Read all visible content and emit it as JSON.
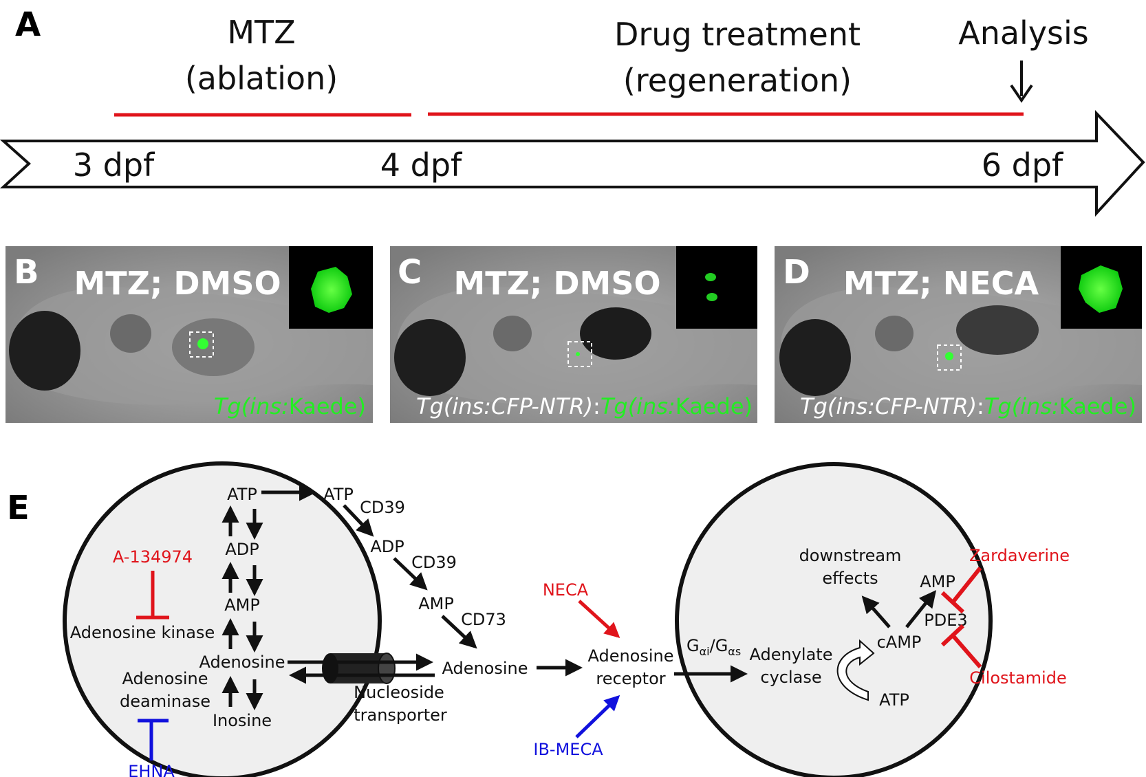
{
  "panel_a": {
    "letter": "A",
    "mtz_line1": "MTZ",
    "mtz_line2": "(ablation)",
    "drug_line1": "Drug treatment",
    "drug_line2": "(regeneration)",
    "analysis": "Analysis",
    "t1": "3 dpf",
    "t2": "4 dpf",
    "t3": "6 dpf"
  },
  "panel_b": {
    "letter": "B",
    "title": "MTZ; DMSO",
    "geno_green_it": "Tg(ins:",
    "geno_green": "Kaede)"
  },
  "panel_c": {
    "letter": "C",
    "title": "MTZ; DMSO",
    "geno_white": "Tg(ins:CFP-NTR)",
    "geno_colon": ":",
    "geno_green_it": "Tg(ins:",
    "geno_green": "Kaede)"
  },
  "panel_d": {
    "letter": "D",
    "title": "MTZ; NECA",
    "geno_white": "Tg(ins:CFP-NTR)",
    "geno_colon": ":",
    "geno_green_it": "Tg(ins:",
    "geno_green": "Kaede)"
  },
  "panel_e": {
    "letter": "E",
    "atp_in": "ATP",
    "adp_in": "ADP",
    "amp_in": "AMP",
    "adenosine_in": "Adenosine",
    "inosine": "Inosine",
    "a134974": "A-134974",
    "adenosine_kinase": "Adenosine kinase",
    "adenosine_deaminase_1": "Adenosine",
    "adenosine_deaminase_2": "deaminase",
    "ehna": "EHNA",
    "atp_out": "ATP",
    "cd39_a": "CD39",
    "adp_out": "ADP",
    "cd39_b": "CD39",
    "amp_out": "AMP",
    "cd73": "CD73",
    "adenosine_out": "Adenosine",
    "nucleoside_1": "Nucleoside",
    "nucleoside_2": "transporter",
    "neca": "NECA",
    "ibmeca": "IB-MECA",
    "receptor_1": "Adenosine",
    "receptor_2": "receptor",
    "g_alpha_i": "G",
    "g_alpha_i_sub": "αi",
    "g_slash": "/G",
    "g_alpha_s_sub": "αs",
    "adenylate_1": "Adenylate",
    "adenylate_2": "cyclase",
    "downstream_1": "downstream",
    "downstream_2": "effects",
    "camp": "cAMP",
    "amp_cell": "AMP",
    "pde3": "PDE3",
    "atp_cell": "ATP",
    "zardaverine": "Zardaverine",
    "cilostamide": "Cilostamide"
  },
  "colors": {
    "inhibitor_red": "#e0141b",
    "agonist_blue": "#1111dd",
    "fluor_green": "#22ee22"
  }
}
